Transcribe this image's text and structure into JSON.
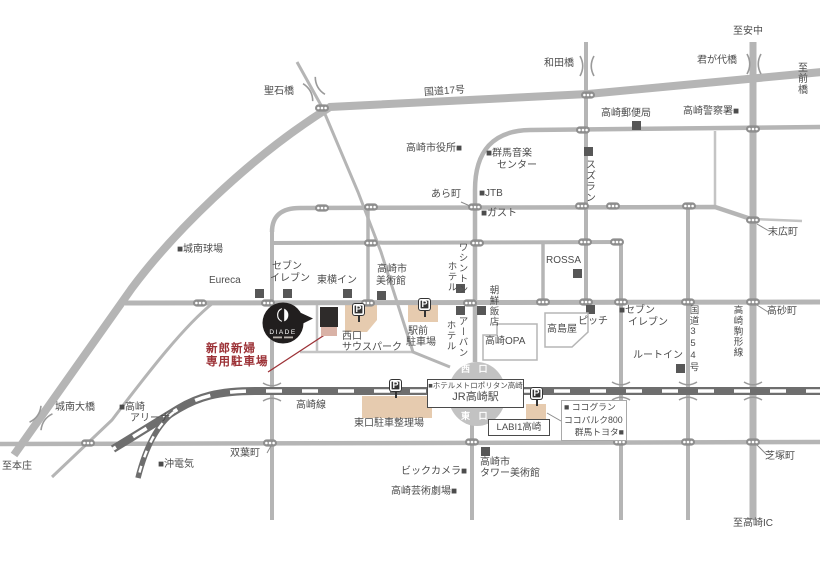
{
  "venue": {
    "name": "DIADE"
  },
  "icons": {
    "parking": "P"
  },
  "colors": {
    "road": "#b5b5b5",
    "thin_road": "#c4c4c4",
    "rail": "#6e6e6e",
    "building": "#575757",
    "parking_fill": "#e6cbaf",
    "venue_black": "#2e2b2a",
    "venue_pink": "#d9b2a6",
    "accent_red": "#9c3136"
  },
  "labels": {
    "seiseki_bashi": "聖石橋",
    "kokudo17": "国道17号",
    "wada_bashi": "和田橋",
    "kimigayo_bashi": "君が代橋",
    "to_annaka": "至安中",
    "to_maebashi": "至前橋",
    "takasaki_post_office": "高崎郵便局",
    "takasaki_police": "高崎警察署■",
    "city_hall": "高崎市役所■",
    "gunma_music_1": "■群馬音楽",
    "gunma_music_2": "センター",
    "suzuran": "スズラン",
    "ara_machi": "あら町",
    "jtb": "■JTB",
    "gusto": "■ガスト",
    "suehiro_cho": "末広町",
    "jonan_stadium": "■城南球場",
    "rossa": "ROSSA",
    "washington_1": "ワシントン",
    "washington_2": "ホテル",
    "eureca": "Eureca",
    "seven_w_1": "セブン",
    "seven_w_2": "イレブン",
    "toyoko_inn": "東横イン",
    "museum_1": "高崎市",
    "museum_2": "美術館",
    "chosen_hanten": "朝鮮飯店",
    "urban_1": "アーバン",
    "urban_2": "ホテル",
    "takashimaya": "高島屋",
    "opa": "高崎OPA",
    "pitch": "ピッチ",
    "seven_e_1": "■セブン",
    "seven_e_2": "イレブン",
    "kokudo354": "国道354号",
    "komagata_line": "高崎駒形線",
    "takasago_cho": "高砂町",
    "route_inn": "ルートイン",
    "southpark_1": "西口",
    "southpark_2": "サウスパーク",
    "ekimae_1": "駅前",
    "ekimae_2": "駐車場",
    "bridal_parking_1": "新郎新婦",
    "bridal_parking_2": "専用駐車場",
    "takasaki_line": "高崎線",
    "higashi_parking": "東口駐車整理場",
    "jr_box_1": "■ホテルメトロポリタン高崎",
    "jr_box_2": "JR高崎駅",
    "west_exit": "西 口",
    "east_exit": "東 口",
    "labi": "LABI1高崎",
    "coco_1": "■ ココグラン",
    "coco_2": "ココパルク800",
    "coco_3": "群馬トヨタ■",
    "jonan_ohashi": "城南大橋",
    "arena_1": "■高崎",
    "arena_2": "アリーナ",
    "futaba_cho": "双葉町",
    "oki_denki": "■沖電気",
    "to_honjo": "至本庄",
    "bic_camera": "ビックカメラ■",
    "geijutsu_gekijo": "高崎芸術劇場■",
    "tower_1": "高崎市",
    "tower_2": "タワー美術館",
    "shibazuka_cho": "芝塚町",
    "to_takasaki_ic": "至高崎IC"
  }
}
